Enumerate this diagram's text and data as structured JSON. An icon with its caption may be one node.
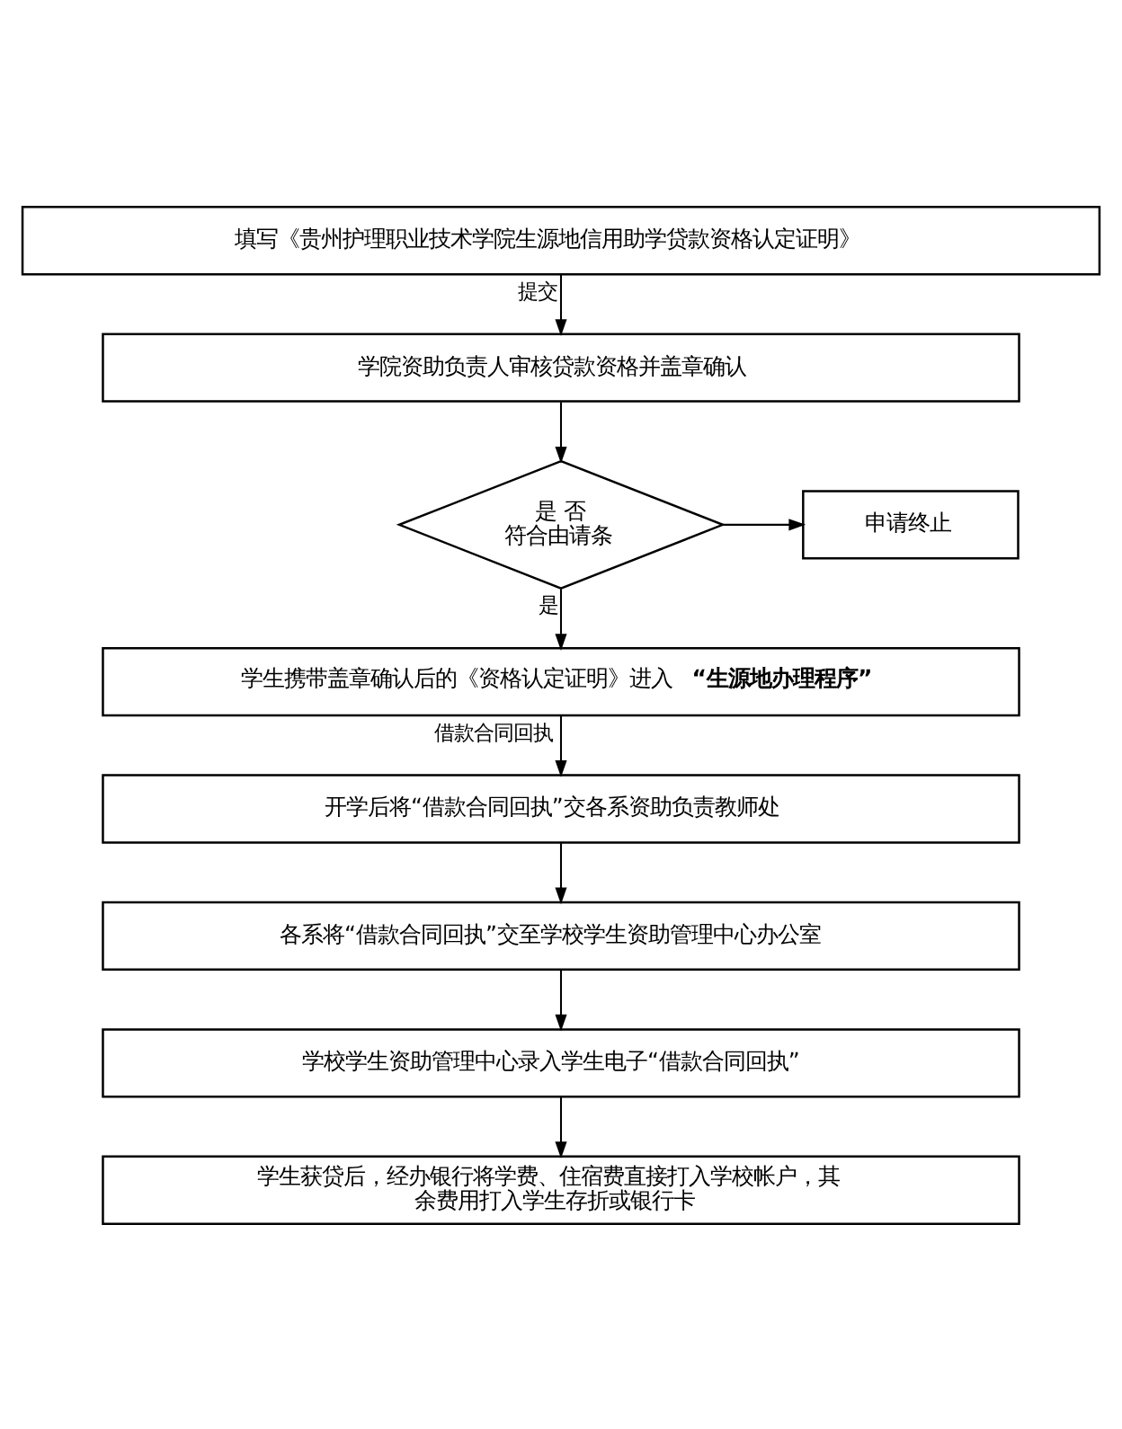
{
  "diagram": {
    "nodes": [
      {
        "text": [
          "填写《贵州护理职业技术学院生源地信用助学贷款资格认定证明》"
        ]
      },
      {
        "text": [
          "学院资助负责人审核贷款资格并盖章确认"
        ]
      },
      {
        "text": [
          "是 否",
          "符合由请条"
        ]
      },
      {
        "text": [
          "申请终止"
        ]
      },
      {
        "text": [
          "学生携带盖章确认后的《资格认定证明》进入**“生源地办理程序”**"
        ]
      },
      {
        "text": [
          "开学后将“借款合同回执”交各系资助负责教师处"
        ]
      },
      {
        "text": [
          "各系将“借款合同回执”交至学校学生资助管理中心办公室"
        ]
      },
      {
        "text": [
          "学校学生资助管理中心录入学生电子“借款合同回执”"
        ]
      },
      {
        "text": [
          "学生获贷后，经办银行将学费、住宿费直接打入学校帐户，其余费用打入学生存折或银行卡"
        ]
      }
    ],
    "edges": [
      {
        "from": 0,
        "to": 1,
        "arrow": "to",
        "label": "提交"
      },
      {
        "from": 1,
        "to": 2,
        "arrow": "to"
      },
      {
        "from": 2,
        "to": 3,
        "arrow": "to"
      },
      {
        "from": 2,
        "to": 4,
        "arrow": "to",
        "label": "是"
      },
      {
        "from": 4,
        "to": 5,
        "arrow": "to",
        "label": "借款合同回执"
      },
      {
        "from": 5,
        "to": 6,
        "arrow": "to"
      },
      {
        "from": 6,
        "to": 7,
        "arrow": "to"
      },
      {
        "from": 7,
        "to": 8,
        "arrow": "to"
      }
    ]
  }
}
